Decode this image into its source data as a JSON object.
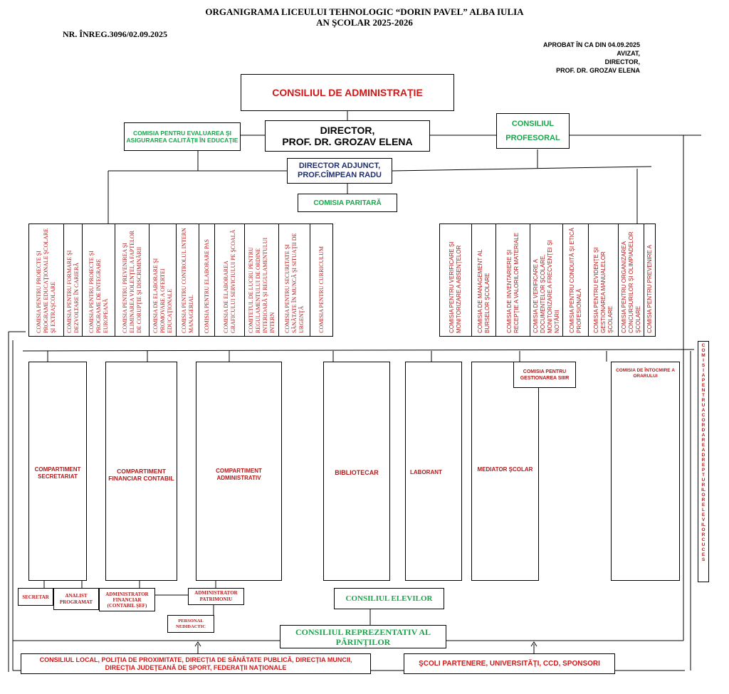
{
  "header": {
    "title_line1": "ORGANIGRAMA LICEULUI TEHNOLOGIC “DORIN PAVEL”  ALBA IULIA",
    "title_line2": "AN ŞCOLAR 2025-2026",
    "registration": "NR. ÎNREG.3096/02.09.2025",
    "approval": [
      "APROBAT ÎN CA DIN 04.09.2025",
      "AVIZAT,",
      "DIRECTOR,",
      "PROF. DR. GROZAV ELENA"
    ]
  },
  "top": {
    "council_admin": "CONSILIUL DE ADMINISTRAŢIE",
    "director_line1": "DIRECTOR,",
    "director_line2": "PROF. DR. GROZAV ELENA",
    "quality_commission": "COMISIA PENTRU EVALUAREA ŞI ASIGURAREA CALITĂŢII ÎN EDUCAŢIE",
    "teachers_council_line1": "CONSILIUL",
    "teachers_council_line2": "PROFESORAL",
    "deputy_line1": "DIRECTOR ADJUNCT,",
    "deputy_line2": "PROF.CÎMPEAN RADU",
    "joint_commission": "COMISIA PARITARĂ"
  },
  "left_commissions": [
    "COMISIA PENTRU PROIECTE ŞI PROGRAME EDUCAŢIONALE ŞCOLARE ŞI EXTRAŞCOLARE",
    "COMISIA PENTRU FORMARE ŞI DEZVOLTARE ÎN CARIERĂ",
    "COMISIA PENTRU PROIECTE ŞI PROGRAME DE INTEGRARE EUROPEANĂ",
    "COMISIA PENTRU PREVENIREA ŞI ELIMINAREA VIOLENŢEI, A FAPTELOR DE CORUPŢIE ŞI DISCRIMINĂRII",
    "COMISIA DE ELABORARE ŞI PROMOVARE A OFERTEI EDUCAŢIONALE",
    "COMISIA PENTRU CONTROLUL INTERN MANAGERIAL",
    "COMISIA PENTRU ELABORARE PAS",
    "COMISIA DE ELABORAREA GRAFICULUI SERVICIULUI PE ŞCOALĂ",
    "COMITETUL DE LUCRU PENTRU REGULAMENTULUI DE ORDINE INTERIOARĂ ŞI REGULAMENTULUI INTERN",
    "COMISIA PENTRU SECURITATE ŞI SĂNĂTATE ÎN MUNCĂ ŞI SITUAŢII DE URGENŢĂ",
    "COMISIA PENTRU CURRICULUM"
  ],
  "right_commissions": [
    "COMISIA PENTRU VERIFICARE ŞI MONITORIZARE A ABSENŢELOR",
    "COMISIA DE MANAGEMENT AL BURSELOR ŞCOLARE",
    "COMISIA DE INVENTARIERE ŞI RECEPŢIE A VALORILOR MATERIALE",
    "COMISIA DE VERIFICARE A DOCUMENTELOR ŞCOLARE, MONITORIZARE A FRECVENŢEI ŞI NOTĂRII",
    "COMISIA PENTRU CONDUITĂ ŞI ETICĂ PROFESIONALĂ",
    "COMISIA PENTRU EVIDENŢE ŞI GESTIONAREA MANUALELOR ŞCOLARE",
    "COMISIA PENTRU ORGANIZAREA CONCURSURILOR ŞI OLIMPIADELOR ŞCOLARE",
    "COMISIA PENTRU PREVENIRE A"
  ],
  "departments": {
    "secretariat": "COMPARTIMENT SECRETARIAT",
    "financial": "COMPARTIMENT FINANCIAR CONTABIL",
    "administrative": "COMPARTIMENT ADMINISTRATIV",
    "library": "BIBLIOTECAR",
    "lab": "LABORANT",
    "mediator": "MEDIATOR ŞCOLAR",
    "siiir": "COMISIA PENTRU GESTIONAREA SIIIR",
    "schedule": "COMISIA DE ÎNTOCMIRE  A ORARULUI",
    "vertical_commission": "COMISIAPENTRUACORDAREADREPTURILORELEVILORCUCES"
  },
  "staff": {
    "secretary": "SECRETAR",
    "analyst": "ANALIST PROGRAMAT",
    "fin_admin": "ADMINISTRATOR FINANCIAR (CONTABIL ŞEF)",
    "patrimony_admin": "ADMINISTRATOR PATRIMONIU",
    "non_teaching": "PERSONAL NEDIDACTIC"
  },
  "bottom": {
    "student_council": "CONSILIUL ELEVILOR",
    "parents_council": "CONSILIUL REPREZENTATIV AL PĂRINŢILOR",
    "local_partners": "CONSILIUL LOCAL, POLIŢIA DE PROXIMITATE, DIRECŢIA DE SĂNĂTATE PUBLICĂ, DIRECŢIA MUNCII, DIRECŢIA JUDEŢEANĂ DE SPORT, FEDERAŢII NAŢIONALE",
    "school_partners": "ŞCOLI PARTENERE, UNIVERSITĂŢI, CCD, SPONSORI"
  },
  "colors": {
    "red": "#d01818",
    "dark_red": "#b11a1a",
    "green": "#18a64a",
    "navy": "#1f2e6e"
  }
}
